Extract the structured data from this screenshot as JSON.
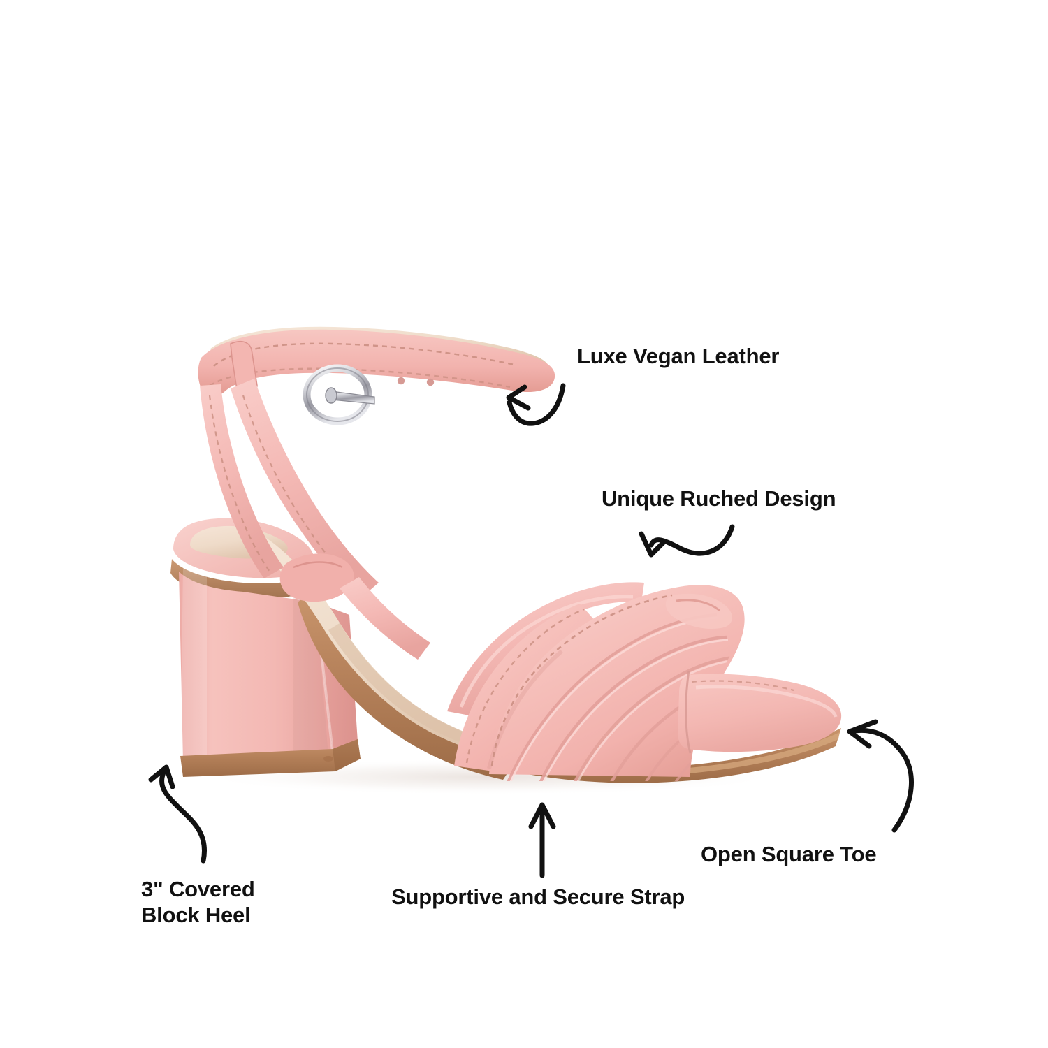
{
  "product": {
    "type": "womens-block-heel-sandal",
    "view": "side-profile-right-facing",
    "background_color": "#ffffff",
    "colors": {
      "upper_pink": "#f4b8b4",
      "upper_pink_light": "#f8cdc9",
      "upper_pink_shadow": "#e5a09c",
      "insole_nude": "#f0dccc",
      "insole_nude_shadow": "#ddc3ae",
      "sole_tan": "#b5815a",
      "sole_tan_dark": "#96663f",
      "stitch_thread": "#c98d80",
      "buckle_silver": "#d9d9dd",
      "buckle_silver_dark": "#8e8e95",
      "callout_text": "#111111",
      "arrow_stroke": "#111111"
    }
  },
  "callouts": [
    {
      "id": "luxe-vegan-leather",
      "text": "Luxe Vegan Leather",
      "arrow": "curved-arrow-left",
      "points_at": "ankle-strap"
    },
    {
      "id": "unique-ruched-design",
      "text": "Unique Ruched Design",
      "arrow": "s-curve-arrow-down-left",
      "points_at": "ruched-vamp"
    },
    {
      "id": "open-square-toe",
      "text": "Open Square Toe",
      "arrow": "curved-arrow-up-left",
      "points_at": "square-toe-tip"
    },
    {
      "id": "supportive-secure-strap",
      "text": "Supportive and Secure Strap",
      "arrow": "straight-arrow-up",
      "points_at": "toe-strap-base"
    },
    {
      "id": "covered-block-heel",
      "text_line_1": "3\" Covered",
      "text_line_2": "Block Heel",
      "arrow": "s-curve-arrow-up-right",
      "points_at": "block-heel"
    }
  ]
}
